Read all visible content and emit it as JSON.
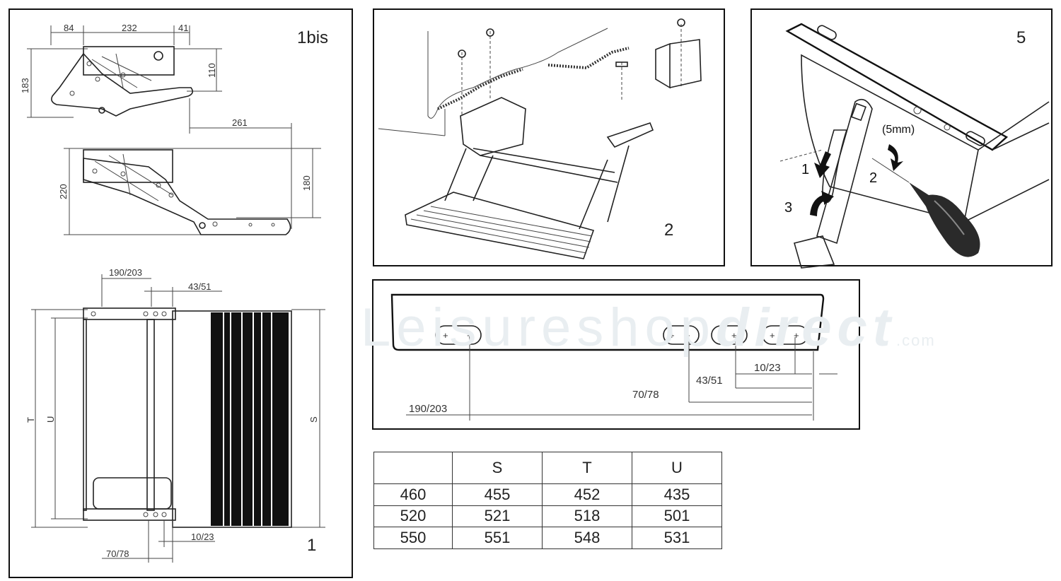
{
  "panels": {
    "p1": {
      "label": "1",
      "label_bis": "1bis"
    },
    "p2": {
      "label": "2"
    },
    "p5": {
      "label": "5",
      "screw_note": "(5mm)",
      "steps": [
        "1",
        "2",
        "3"
      ]
    }
  },
  "dims_1bis": {
    "d84": "84",
    "d232": "232",
    "d41": "41",
    "d183": "183",
    "d110": "110",
    "d261": "261",
    "d220": "220",
    "d180": "180"
  },
  "dims_1": {
    "d190": "190/203",
    "d43": "43/51",
    "d10": "10/23",
    "d70": "70/78",
    "t": "T",
    "u": "U",
    "s": "S"
  },
  "dims_bar": {
    "d10": "10/23",
    "d43": "43/51",
    "d70": "70/78",
    "d190": "190/203"
  },
  "watermark": {
    "part1": "Leisureshop",
    "part2": "direct",
    "part3": ".com"
  },
  "table": {
    "headers": [
      "",
      "S",
      "T",
      "U"
    ],
    "rows": [
      [
        "460",
        "455",
        "452",
        "435"
      ],
      [
        "520",
        "521",
        "518",
        "501"
      ],
      [
        "550",
        "551",
        "548",
        "531"
      ]
    ]
  },
  "colors": {
    "line": "#222222",
    "step_fill": "#111111",
    "watermark": "#e9eef1"
  }
}
